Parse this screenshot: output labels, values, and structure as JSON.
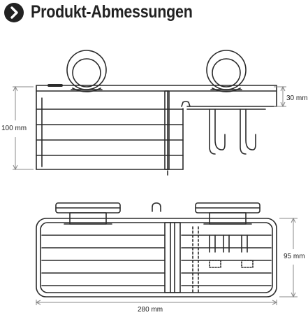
{
  "header": {
    "title": "Produkt-Abmessungen",
    "icon": "chevron-right-icon",
    "icon_color": "#222222"
  },
  "dimensions": {
    "height_total": "100 mm",
    "shelf_height": "30 mm",
    "depth": "95 mm",
    "width": "280 mm"
  },
  "colors": {
    "line": "#2b2b2b",
    "dim_line": "#888888"
  }
}
